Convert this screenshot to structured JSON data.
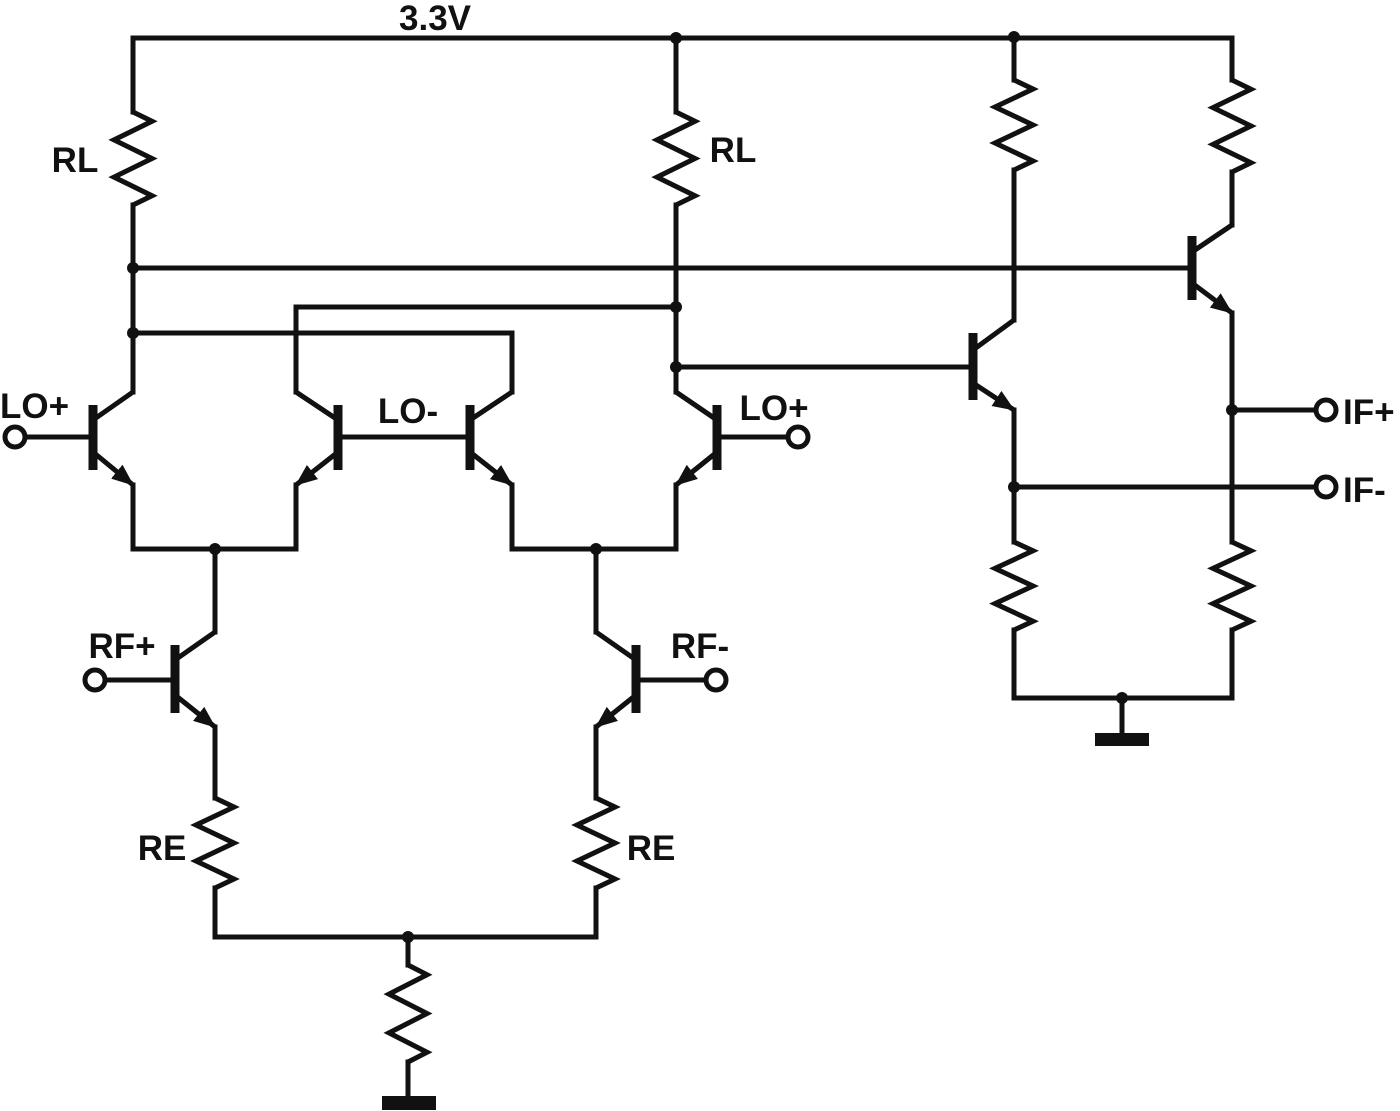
{
  "supply": {
    "label": "3.3V"
  },
  "resistors": {
    "rl_left": "RL",
    "rl_right": "RL",
    "re_left": "RE",
    "re_right": "RE"
  },
  "ports": {
    "lo_plus_left": "LO+",
    "lo_minus": "LO-",
    "lo_plus_right": "LO+",
    "rf_plus": "RF+",
    "rf_minus": "RF-",
    "if_plus": "IF+",
    "if_minus": "IF-"
  },
  "colors": {
    "line": "#111111",
    "background": "#ffffff"
  }
}
